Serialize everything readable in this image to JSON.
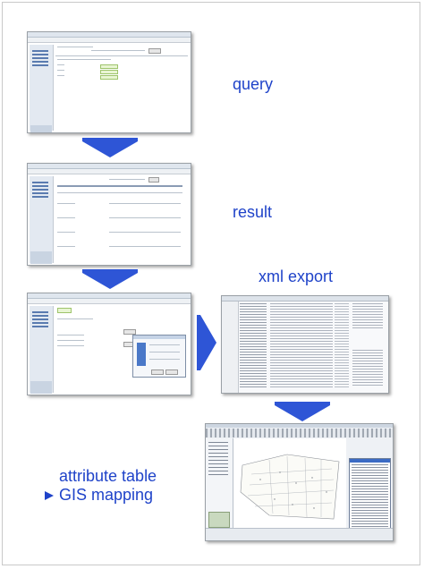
{
  "labels": {
    "query": "query",
    "result": "result",
    "xml_export": "xml export",
    "attribute_table": "attribute table",
    "gis_mapping": "GIS mapping"
  },
  "colors": {
    "label_blue": "#1f43c9",
    "arrow_blue": "#2e55d6",
    "frame_border": "#c9c9c9"
  },
  "icons": {
    "bullet": "right-triangle-bullet-icon",
    "down_arrow": "down-arrow-icon",
    "right_arrow": "right-arrow-icon"
  }
}
